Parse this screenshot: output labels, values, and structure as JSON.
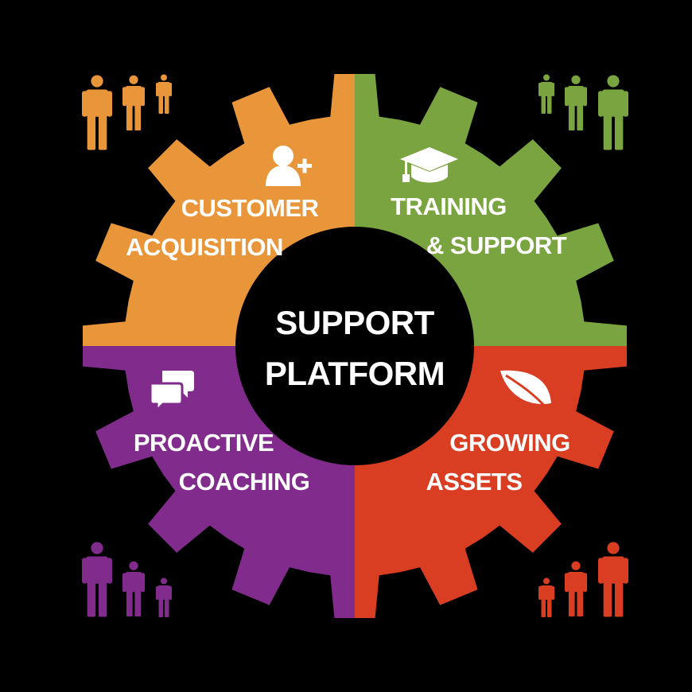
{
  "center": {
    "line1": "SUPPORT",
    "line2": "PLATFORM"
  },
  "colors": {
    "background": "#000000",
    "orange": "#E9963A",
    "green": "#7AA43F",
    "purple": "#812C8C",
    "red": "#D93D22",
    "text": "#FFFFFF"
  },
  "segments": {
    "customer_acquisition": {
      "line1": "CUSTOMER",
      "line2": "ACQUISITION",
      "icon": "add-user-icon"
    },
    "training_support": {
      "line1": "TRAINING",
      "line2": "& SUPPORT",
      "icon": "graduation-cap-icon"
    },
    "proactive_coaching": {
      "line1": "PROACTIVE",
      "line2": "COACHING",
      "icon": "chat-bubbles-icon"
    },
    "growing_assets": {
      "line1": "GROWING",
      "line2": "ASSETS",
      "icon": "leaf-icon"
    }
  },
  "people_groups": {
    "top_left": {
      "icon": "people-icon"
    },
    "top_right": {
      "icon": "people-icon"
    },
    "bottom_left": {
      "icon": "people-icon"
    },
    "bottom_right": {
      "icon": "people-icon"
    }
  }
}
